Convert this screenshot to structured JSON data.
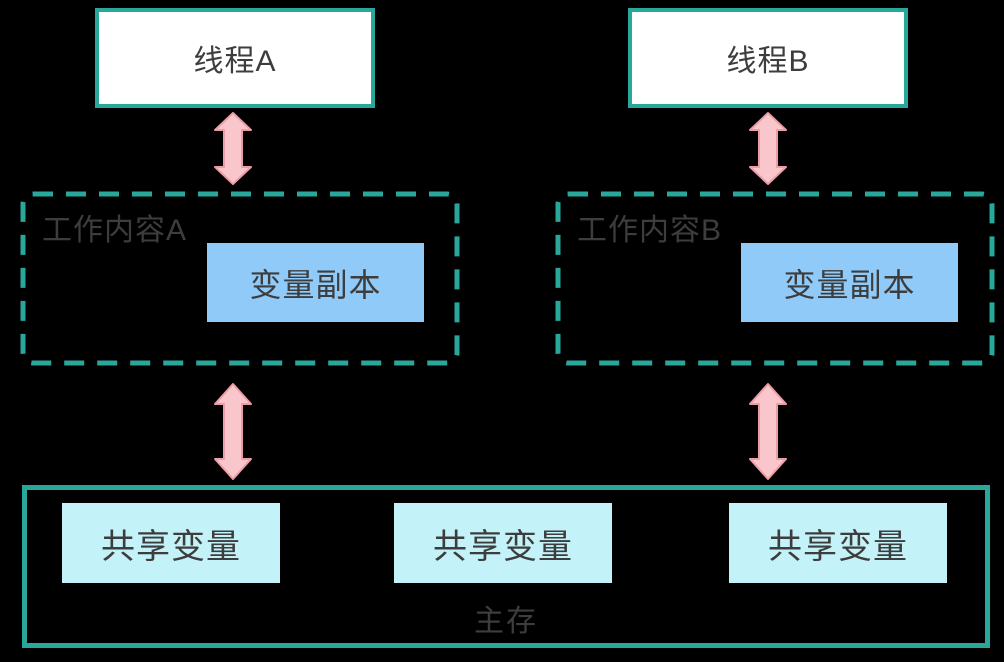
{
  "diagram": {
    "threads": [
      {
        "label": "线程A"
      },
      {
        "label": "线程B"
      }
    ],
    "workspaces": [
      {
        "label": "工作内容A",
        "variable_copy": "变量副本"
      },
      {
        "label": "工作内容B",
        "variable_copy": "变量副本"
      }
    ],
    "main_memory": {
      "label": "主存",
      "shared_variables": [
        "共享变量",
        "共享变量",
        "共享变量"
      ]
    },
    "colors": {
      "background": "#000000",
      "border_teal": "#2aa79b",
      "thread_fill": "#ffffff",
      "variable_copy_fill": "#90caf9",
      "shared_variable_fill": "#c3f3f9",
      "arrow_fill": "#f9c7cb",
      "arrow_stroke": "#ec9da6",
      "text": "#3d3d3d"
    }
  }
}
